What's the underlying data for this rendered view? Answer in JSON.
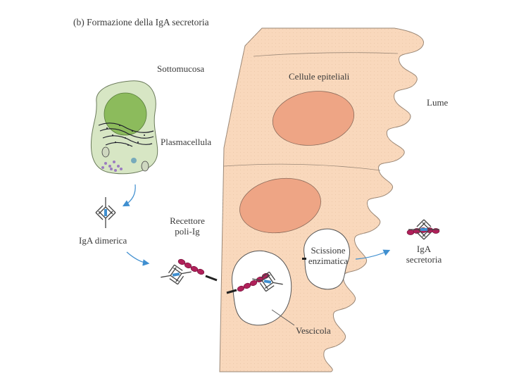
{
  "title": "(b) Formazione della IgA secretoria",
  "labels": {
    "submucosa": "Sottomucosa",
    "epithelial_cells": "Cellule epiteliali",
    "lumen": "Lume",
    "plasma_cell": "Plasmacellula",
    "poly_ig_receptor_line1": "Recettore",
    "poly_ig_receptor_line2": "poli-Ig",
    "dimeric_iga": "IgA dimerica",
    "cleavage_line1": "Scissione",
    "cleavage_line2": "enzimatica",
    "secretory_iga_line1": "IgA",
    "secretory_iga_line2": "secretoria",
    "vesicle": "Vescicola"
  },
  "colors": {
    "epithelium": "#f9d8bc",
    "epithelium_outline": "#9a8776",
    "nucleus": "#eea585",
    "plasma_cell_body": "#d7e6c4",
    "plasma_nucleus": "#8cbb5c",
    "receptor": "#b0205a",
    "arrow": "#3f8fd0",
    "antibody_lines": "#444444"
  }
}
